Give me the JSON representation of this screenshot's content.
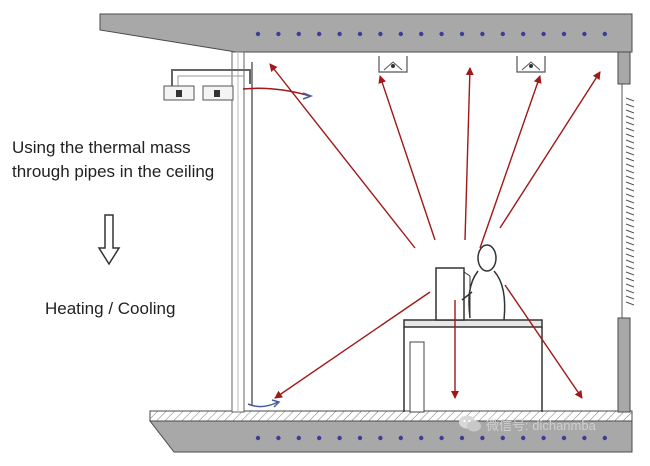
{
  "text": {
    "line1": "Using the thermal mass",
    "line2": "through pipes in the ceiling",
    "line3": "Heating / Cooling"
  },
  "watermark": {
    "text": "微信号: dichanmba",
    "icon": "wechat-icon"
  },
  "icons": {
    "down_arrow": "hollow-down-arrow-icon"
  },
  "colors": {
    "concrete": "#a8a8a8",
    "pipe_dots": "#3c3c9a",
    "radiation_arrows": "#a01818",
    "outline": "#3a3a3a"
  }
}
